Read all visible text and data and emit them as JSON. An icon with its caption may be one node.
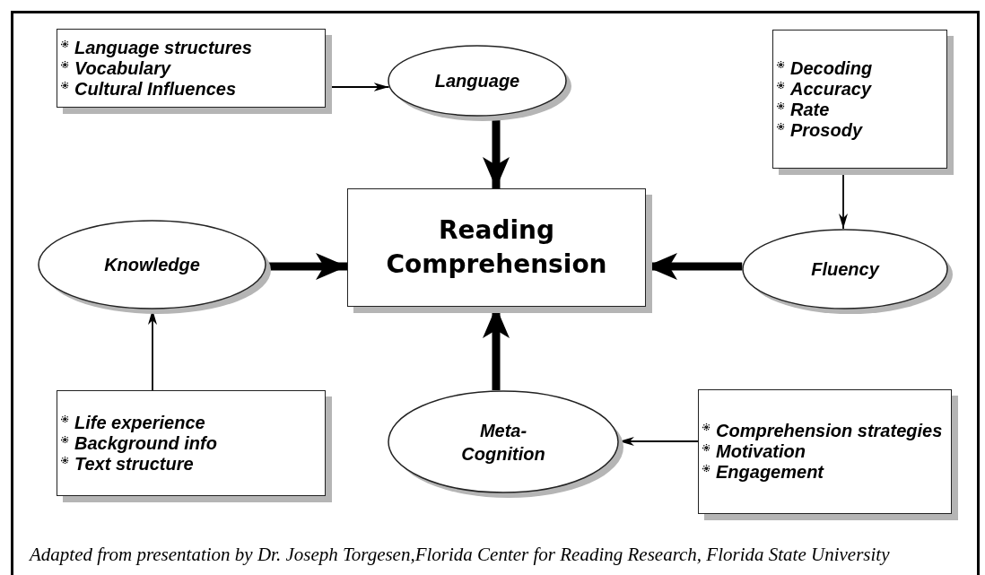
{
  "diagram": {
    "nodes": [
      {
        "text": [
          "Language structures",
          "Vocabulary",
          "Cultural Influences"
        ]
      },
      {
        "text": [
          "Language"
        ]
      },
      {
        "text": [
          "Decoding",
          "Accuracy",
          "Rate",
          "Prosody"
        ]
      },
      {
        "text": [
          "Knowledge"
        ]
      },
      {
        "text": [
          "Reading Comprehension"
        ]
      },
      {
        "text": [
          "Fluency"
        ]
      },
      {
        "text": [
          "Life experience",
          "Background info",
          "Text structure"
        ]
      },
      {
        "text": [
          "Meta- Cognition"
        ]
      },
      {
        "text": [
          "Comprehension strategies",
          "Motivation",
          "Engagement"
        ]
      }
    ],
    "edges": [
      {
        "from": 0,
        "to": 1,
        "arrow": "to"
      },
      {
        "from": 1,
        "to": 4,
        "arrow": "to",
        "style": "thick"
      },
      {
        "from": 2,
        "to": 5,
        "arrow": "to"
      },
      {
        "from": 3,
        "to": 4,
        "arrow": "to",
        "style": "thick"
      },
      {
        "from": 5,
        "to": 4,
        "arrow": "to",
        "style": "thick"
      },
      {
        "from": 6,
        "to": 3,
        "arrow": "to"
      },
      {
        "from": 7,
        "to": 4,
        "arrow": "to",
        "style": "thick"
      },
      {
        "from": 8,
        "to": 7,
        "arrow": "to"
      }
    ],
    "caption": "Adapted from presentation by Dr. Joseph Torgesen,Florida Center for Reading Research, Florida State University"
  }
}
